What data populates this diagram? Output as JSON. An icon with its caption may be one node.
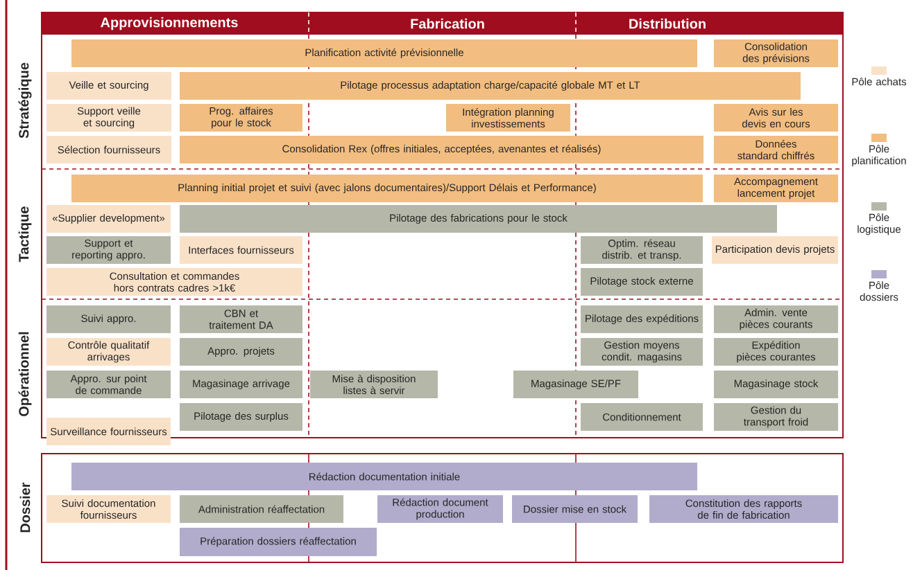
{
  "diagram": {
    "nodes": [
      {
        "text": [
          "Planification activité prévisionnelle"
        ]
      },
      {
        "text": [
          "Consolidation des prévisions"
        ]
      },
      {
        "text": [
          "Veille et sourcing"
        ]
      },
      {
        "text": [
          "Pilotage processus adaptation charge/capacité globale MT et LT"
        ]
      },
      {
        "text": [
          "Support veille et sourcing"
        ]
      },
      {
        "text": [
          "Prog. affaires pour le stock"
        ]
      },
      {
        "text": [
          "Intégration planning investissements"
        ]
      },
      {
        "text": [
          "Avis sur les devis en cours"
        ]
      },
      {
        "text": [
          "Sélection fournisseurs"
        ]
      },
      {
        "text": [
          "Consolidation Rex (offres initiales, acceptées, avenantes et réalisés)"
        ]
      },
      {
        "text": [
          "Données standard chiffrés"
        ]
      },
      {
        "text": [
          "Planning initial projet et suivi (avec jalons documentaires)/Support Délais et Performance)"
        ]
      },
      {
        "text": [
          "Accompagnement lancement projet"
        ]
      },
      {
        "text": [
          "«Supplier development»"
        ]
      },
      {
        "text": [
          "Pilotage des fabrications pour le stock"
        ]
      },
      {
        "text": [
          "Support et reporting appro."
        ]
      },
      {
        "text": [
          "Interfaces fournisseurs"
        ]
      },
      {
        "text": [
          "Optim. réseau distrib. et transp."
        ]
      },
      {
        "text": [
          "Participation devis projets"
        ]
      },
      {
        "text": [
          "Consultation et commandes hors contrats cadres >1k€"
        ]
      },
      {
        "text": [
          "Pilotage stock externe"
        ]
      },
      {
        "text": [
          "Suivi appro."
        ]
      },
      {
        "text": [
          "CBN et traitement DA"
        ]
      },
      {
        "text": [
          "Pilotage des expéditions"
        ]
      },
      {
        "text": [
          "Admin. vente pièces courants"
        ]
      },
      {
        "text": [
          "Contrôle qualitatif arrivages"
        ]
      },
      {
        "text": [
          "Appro. projets"
        ]
      },
      {
        "text": [
          "Gestion moyens condit. magasins"
        ]
      },
      {
        "text": [
          "Expédition pièces courantes"
        ]
      },
      {
        "text": [
          "Appro. sur point de commande"
        ]
      },
      {
        "text": [
          "Magasinage arrivage"
        ]
      },
      {
        "text": [
          "Mise à disposition listes à servir"
        ]
      },
      {
        "text": [
          "Magasinage SE/PF"
        ]
      },
      {
        "text": [
          "Magasinage stock"
        ]
      },
      {
        "text": [
          "Pilotage des surplus"
        ]
      },
      {
        "text": [
          "Conditionnement"
        ]
      },
      {
        "text": [
          "Gestion du transport froid"
        ]
      },
      {
        "text": [
          "Surveillance fournisseurs"
        ]
      },
      {
        "text": [
          "Rédaction documentation initiale"
        ]
      },
      {
        "text": [
          "Suivi documentation fournisseurs"
        ]
      },
      {
        "text": [
          "Administration réaffectation"
        ]
      },
      {
        "text": [
          "Rédaction document production"
        ]
      },
      {
        "text": [
          "Dossier mise en stock"
        ]
      },
      {
        "text": [
          "Constitution des rapports de fin de fabrication"
        ]
      },
      {
        "text": [
          "Préparation dossiers réaffectation"
        ]
      }
    ],
    "labels": [
      "Approvisionnements",
      "Fabrication",
      "Distribution",
      "Stratégique",
      "Tactique",
      "Opérationnel",
      "Dossier"
    ],
    "legend": [
      {
        "text": "Pôle achats",
        "color": "#f9e1c8"
      },
      {
        "text": "Pôle planification",
        "color": "#f2bd80"
      },
      {
        "text": "Pôle logistique",
        "color": "#b5b8a8"
      },
      {
        "text": "Pôle dossiers",
        "color": "#b1abcc"
      }
    ]
  }
}
